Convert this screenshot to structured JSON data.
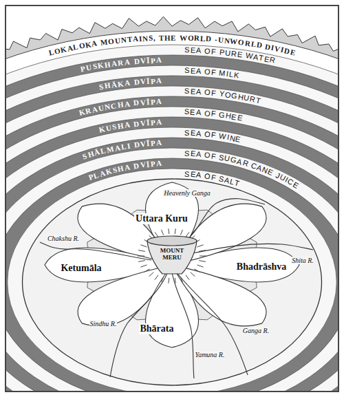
{
  "diagram": {
    "labels": [
      "LOKALOKA MOUNTAINS, THE WORLD -UNWORLD DIVIDE",
      "SEA OF PURE WATER",
      "PUSKHARA DVĪPA",
      "SEA OF MILK",
      "SHĀKA DVĪPA",
      "SEA OF YOGHURT",
      "KRAUNCHA DVĪPA",
      "SEA OF GHEE",
      "KUSHA DVĪPA",
      "SEA OF WINE",
      "SHĀLMALI DVĪPA",
      "SEA OF SUGAR CANE JUICE",
      "PLAKSHA DVĪPA",
      "SEA OF SALT",
      "Heavenly Ganga",
      "Uttara Kuru",
      "Chakshu R.",
      "MOUNT MERU",
      "Bhadrāshva",
      "Shita R.",
      "Ketumāla",
      "Sindhu R.",
      "Yamuna R.",
      "Ganga R.",
      "Bhārata"
    ]
  }
}
